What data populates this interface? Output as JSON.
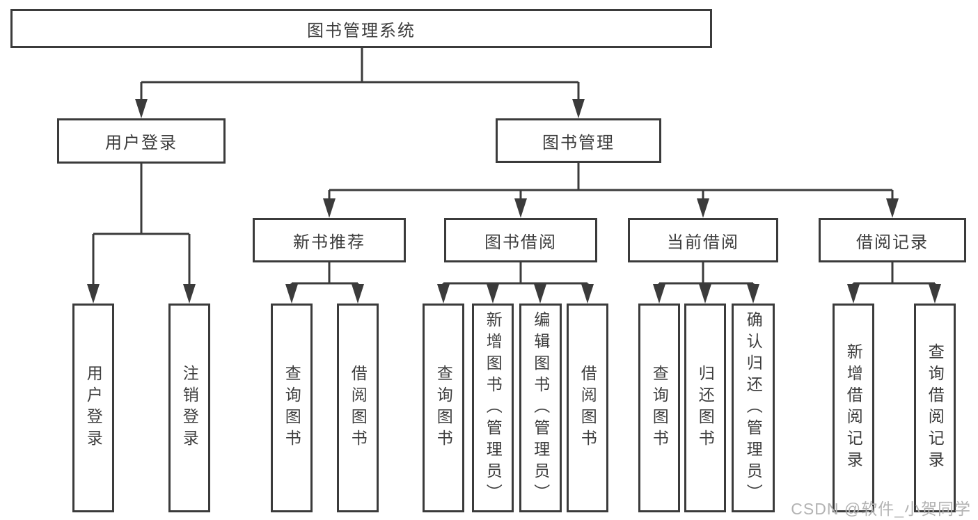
{
  "colors": {
    "line": "#3b3b3b",
    "text": "#3d3d3d",
    "watermark": "#b3b3b3",
    "background": "#ffffff"
  },
  "tree": {
    "label": "图书管理系统",
    "children": [
      {
        "label": "用户登录",
        "children": [
          {
            "label": "用户登录"
          },
          {
            "label": "注销登录"
          }
        ]
      },
      {
        "label": "图书管理",
        "children": [
          {
            "label": "新书推荐",
            "children": [
              {
                "label": "查询图书"
              },
              {
                "label": "借阅图书"
              }
            ]
          },
          {
            "label": "图书借阅",
            "children": [
              {
                "label": "查询图书"
              },
              {
                "label": "新增图书（管理员）"
              },
              {
                "label": "编辑图书（管理员）"
              },
              {
                "label": "借阅图书"
              }
            ]
          },
          {
            "label": "当前借阅",
            "children": [
              {
                "label": "查询图书"
              },
              {
                "label": "归还图书"
              },
              {
                "label": "确认归还（管理员）"
              }
            ]
          },
          {
            "label": "借阅记录",
            "children": [
              {
                "label": "新增借阅记录"
              },
              {
                "label": "查询借阅记录"
              }
            ]
          }
        ]
      }
    ]
  },
  "watermark": {
    "text": "CSDN @软件_小贺同学"
  }
}
